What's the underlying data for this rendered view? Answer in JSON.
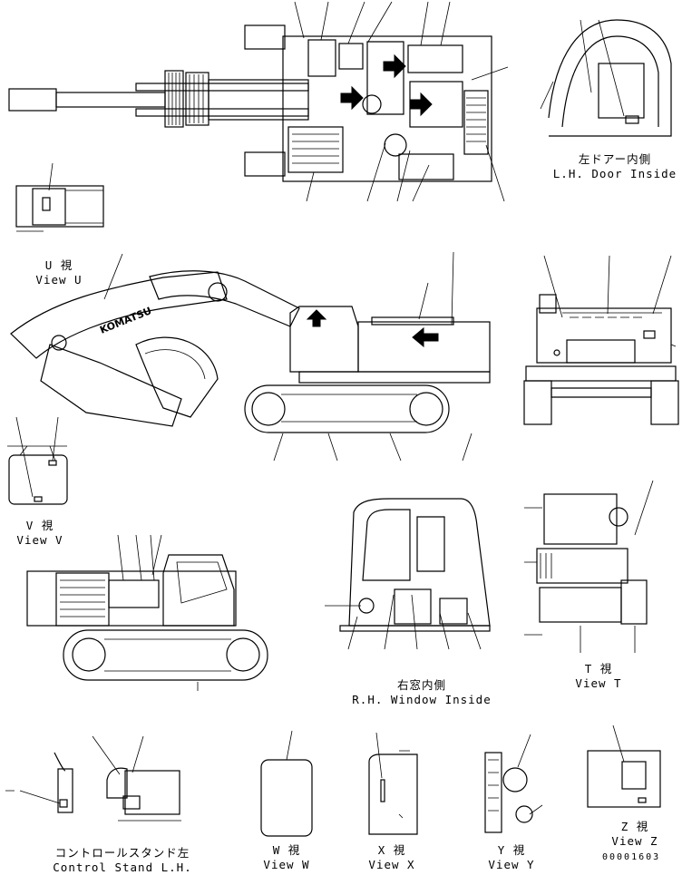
{
  "captions": {
    "lh_door": {
      "jp": "左ドアー内側",
      "en": "L.H. Door Inside"
    },
    "view_u": {
      "jp": "U 視",
      "en": "View U"
    },
    "view_v": {
      "jp": "V 視",
      "en": "View V"
    },
    "rh_window": {
      "jp": "右窓内側",
      "en": "R.H. Window Inside"
    },
    "view_t": {
      "jp": "T 視",
      "en": "View T"
    },
    "control_stand": {
      "jp": "コントロールスタンド左",
      "en": "Control Stand L.H."
    },
    "view_w": {
      "jp": "W 視",
      "en": "View W"
    },
    "view_x": {
      "jp": "X 視",
      "en": "View X"
    },
    "view_y": {
      "jp": "Y 視",
      "en": "View Y"
    },
    "view_z": {
      "jp": "Z 視",
      "en": "View Z"
    }
  },
  "brand": "KOMATSU",
  "doc_number": "00001603"
}
